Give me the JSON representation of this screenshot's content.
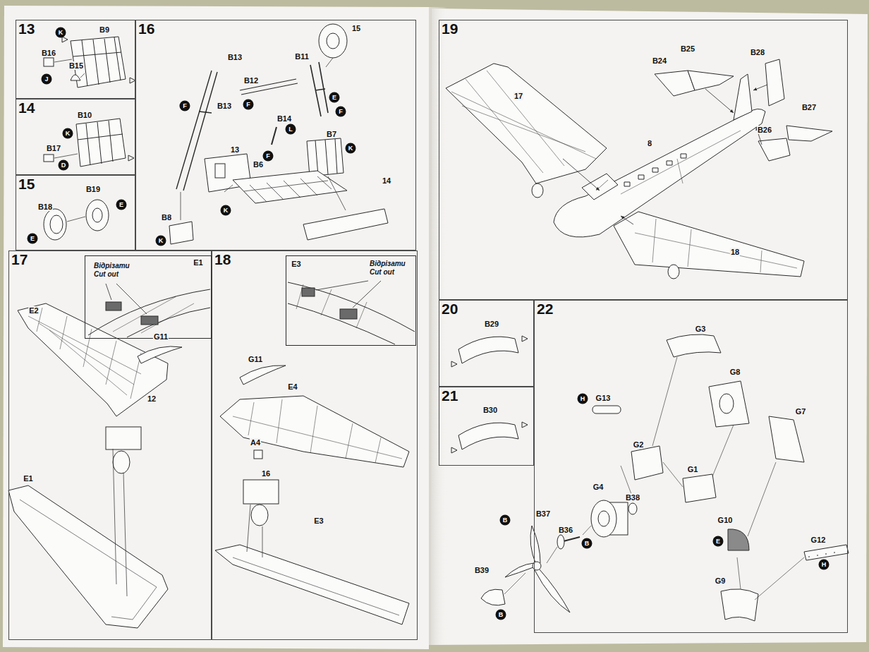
{
  "diagram": {
    "nodes": [
      {
        "text": [
          "13"
        ]
      },
      {
        "text": [
          "14"
        ]
      },
      {
        "text": [
          "15"
        ]
      },
      {
        "text": [
          "16"
        ]
      },
      {
        "text": [
          "17"
        ]
      },
      {
        "text": [
          "Відрізати Cut out"
        ],
        "in": 4
      },
      {
        "text": [
          "18"
        ]
      },
      {
        "text": [
          "Відрізати Cut out"
        ],
        "in": 6
      },
      {
        "text": [
          "19"
        ]
      },
      {
        "text": [
          "20"
        ]
      },
      {
        "text": [
          "21"
        ]
      },
      {
        "text": [
          "22"
        ]
      }
    ],
    "labels": [
      "K",
      "B9",
      "B16",
      "B15",
      "J",
      "B10",
      "K",
      "B17",
      "D",
      "B19",
      "E",
      "B18",
      "E",
      "15",
      "B13",
      "B11",
      "B12",
      "E",
      "F",
      "F",
      "B13",
      "F",
      "B14",
      "L",
      "F",
      "B7",
      "K",
      "13",
      "B6",
      "K",
      "14",
      "B8",
      "K",
      "E1",
      "E2",
      "G11",
      "12",
      "E1",
      "E3",
      "G11",
      "E4",
      "A4",
      "16",
      "E3",
      "B25",
      "B28",
      "B24",
      "17",
      "B27",
      "8",
      "B26",
      "18",
      "B29",
      "B30",
      "G3",
      "G8",
      "G13",
      "H",
      "G7",
      "G2",
      "G1",
      "G4",
      "B38",
      "B37",
      "B",
      "B36",
      "B",
      "G12",
      "G10",
      "E",
      "H",
      "B39",
      "B",
      "G9"
    ]
  }
}
